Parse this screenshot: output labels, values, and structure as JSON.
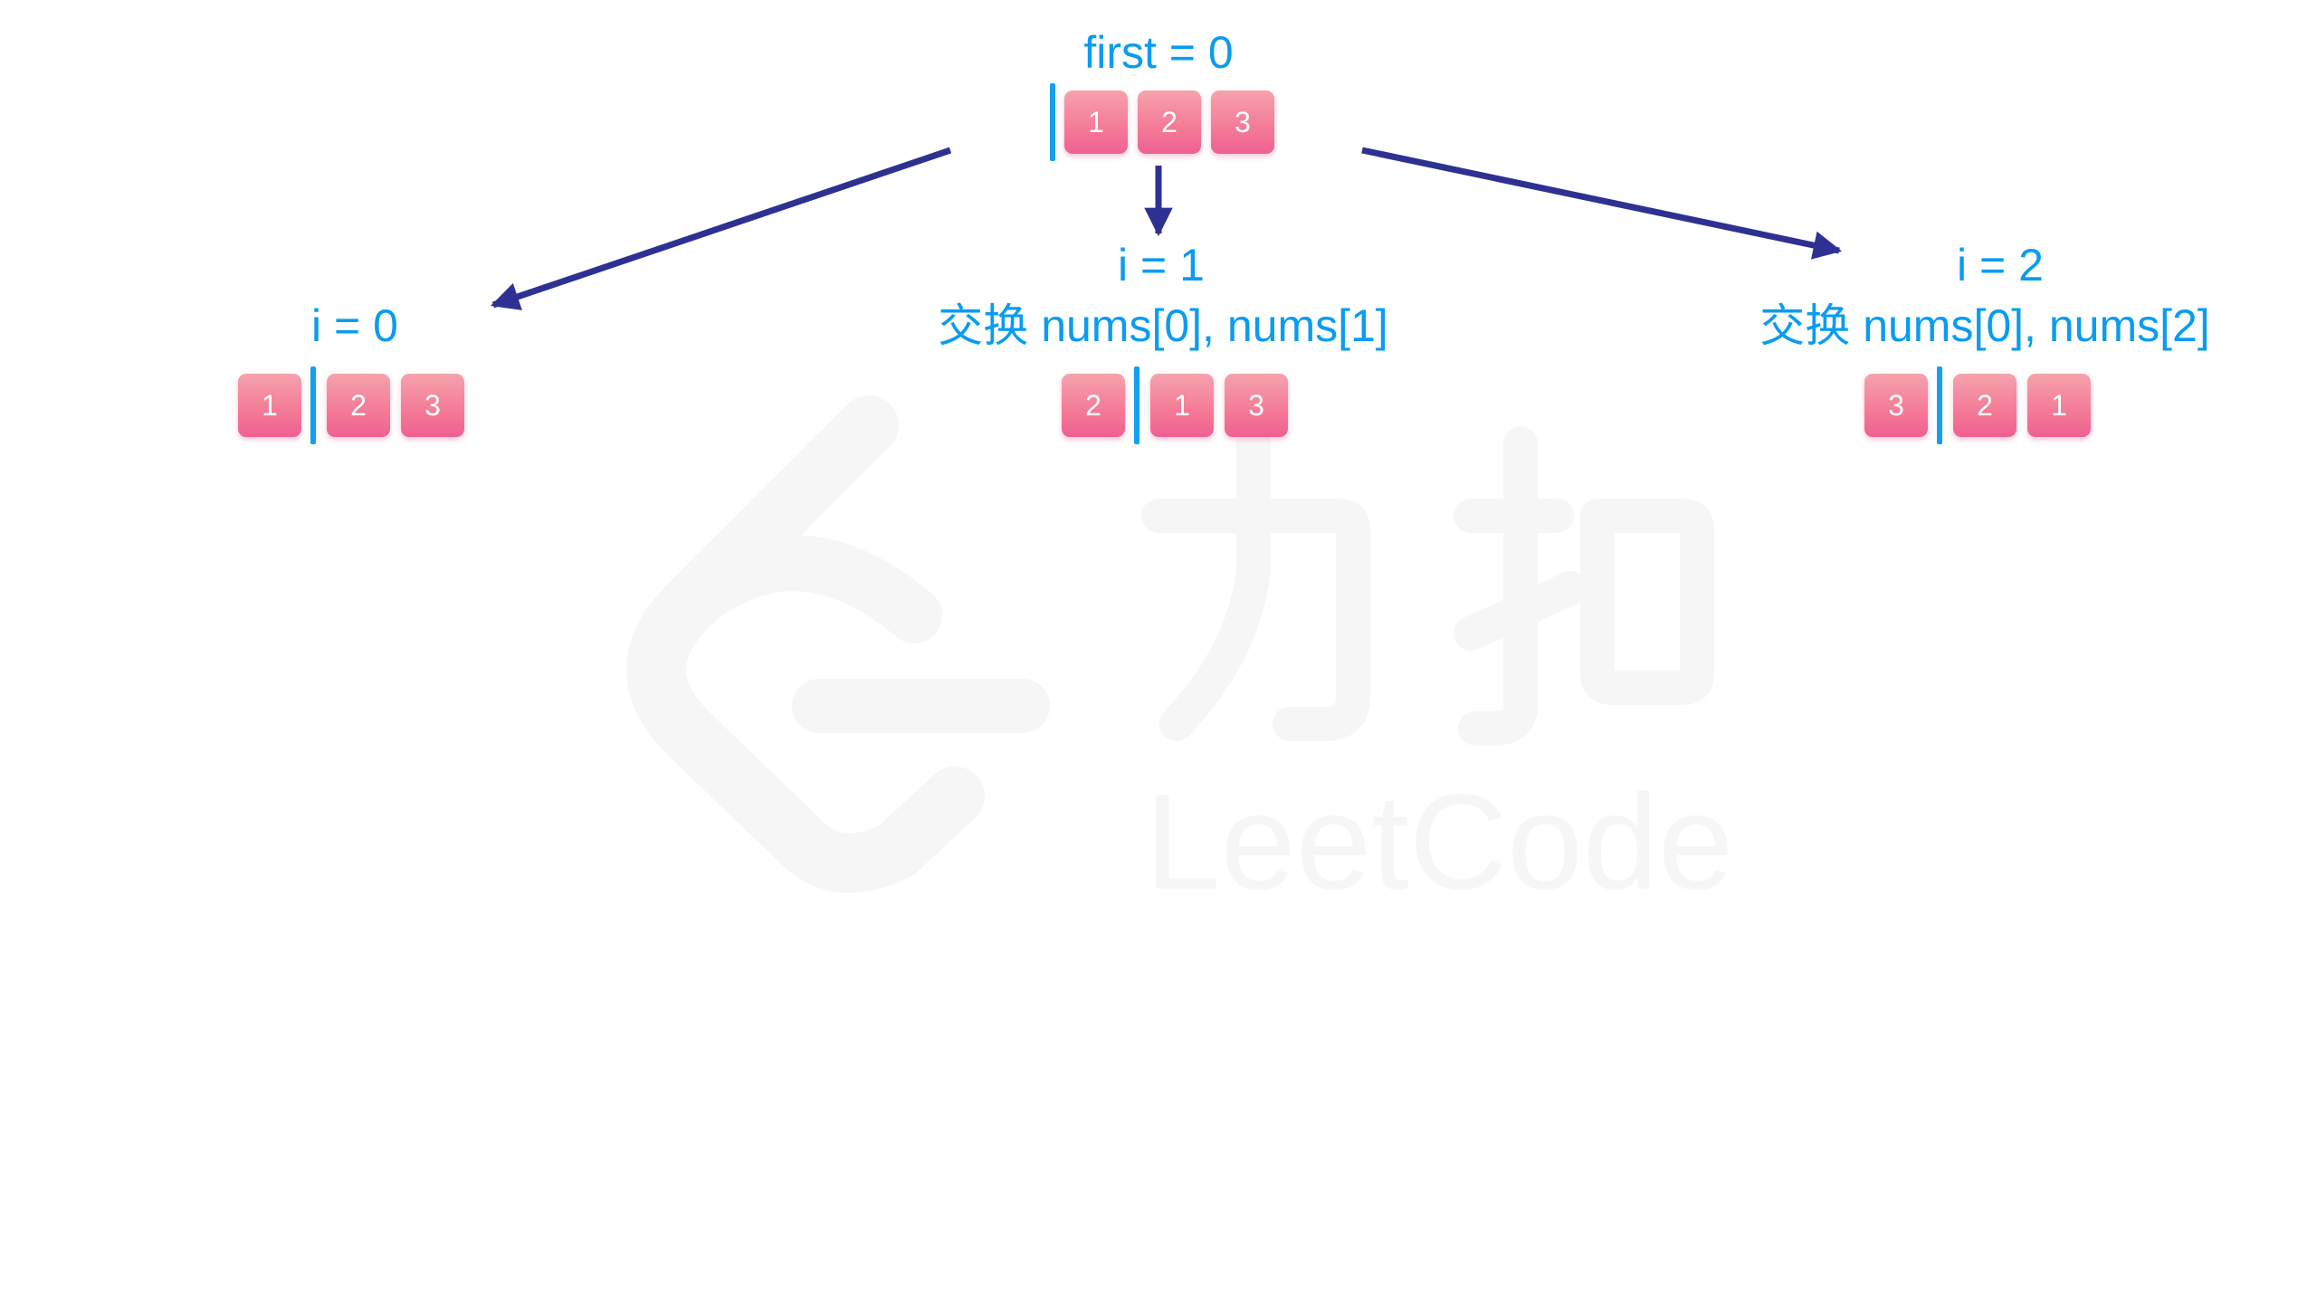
{
  "diagram": {
    "root": {
      "label": "first = 0",
      "cells": [
        "1",
        "2",
        "3"
      ]
    },
    "children": [
      {
        "label": "i = 0",
        "sub": "",
        "cells": [
          "1",
          "2",
          "3"
        ]
      },
      {
        "label": "i = 1",
        "sub": "交换 nums[0], nums[1]",
        "cells": [
          "2",
          "1",
          "3"
        ]
      },
      {
        "label": "i = 2",
        "sub": "交换 nums[0], nums[2]",
        "cells": [
          "3",
          "2",
          "1"
        ]
      }
    ],
    "colors": {
      "label_text": "#0a9cf0",
      "divider": "#13a1ee",
      "cell_top": "#f6a2ad",
      "cell_bottom": "#ef6091",
      "arrow": "#2e3192",
      "watermark": "#f6f6f6"
    }
  },
  "watermark": {
    "brand_cn": "力扣",
    "brand_en": "LeetCode"
  }
}
